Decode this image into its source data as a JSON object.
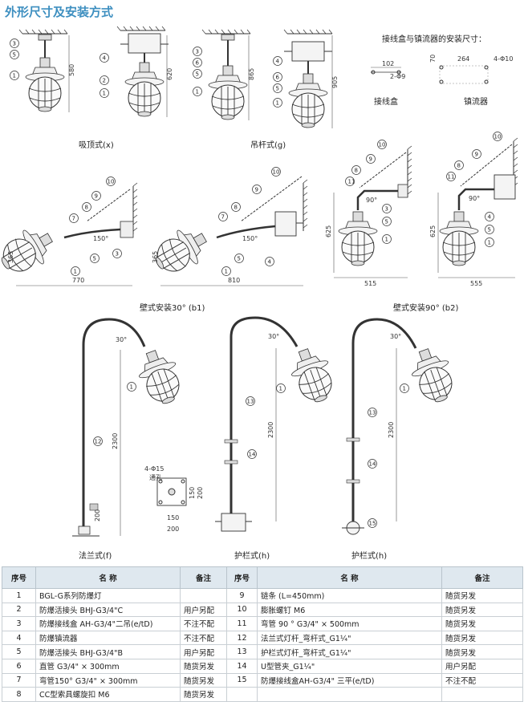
{
  "page_title": "外形尺寸及安装方式",
  "captions": {
    "ceiling": "吸顶式(x)",
    "pendant": "吊杆式(g)",
    "wall30": "壁式安装30° (b1)",
    "wall90": "壁式安装90° (b2)",
    "flange": "法兰式(f)",
    "rail1": "护栏式(h)",
    "rail2": "护栏式(h)",
    "box_title": "接线盒与镇流器的安装尺寸：",
    "junction_box": "接线盒",
    "ballast": "镇流器"
  },
  "dims": {
    "d580": "580",
    "d620": "620",
    "d865": "865",
    "d905": "905",
    "d102": "102",
    "d2phi9": "2-Φ9",
    "d70": "70",
    "d264": "264",
    "d4phi10": "4-Φ10",
    "d365a": "365",
    "d770": "770",
    "d365b": "365",
    "d810": "810",
    "d625a": "625",
    "d515": "515",
    "d625b": "625",
    "d555": "555",
    "a150a": "150°",
    "a150b": "150°",
    "a90a": "90°",
    "a90b": "90°",
    "a30a": "30°",
    "a30b": "30°",
    "a30c": "30°",
    "d2300a": "2300",
    "d2300b": "2300",
    "d2300c": "2300",
    "d200": "200",
    "flange_holes": "4-Φ15",
    "flange_through": "通孔",
    "f150h": "150",
    "f200h": "200",
    "f150w": "150",
    "f200w": "200"
  },
  "table": {
    "headers": [
      "序号",
      "名  称",
      "备注",
      "序号",
      "名  称",
      "备注"
    ],
    "rows": [
      {
        "n1": "1",
        "name1": "BGL-G系列防爆灯",
        "note1": "",
        "n2": "9",
        "name2": "链条 (L=450mm)",
        "note2": "随货另发"
      },
      {
        "n1": "2",
        "name1": "防爆活接头 BHJ-G3/4\"C",
        "note1": "用户另配",
        "n2": "10",
        "name2": "膨胀螺钉 M6",
        "note2": "随货另发"
      },
      {
        "n1": "3",
        "name1": "防爆接线盒 AH-G3/4\"二吊(e/tD)",
        "note1": "不注不配",
        "n2": "11",
        "name2": "弯管 90 °  G3/4\" × 500mm",
        "note2": "随货另发"
      },
      {
        "n1": "4",
        "name1": "防爆镇流器",
        "note1": "不注不配",
        "n2": "12",
        "name2": "法兰式灯杆_弯杆式_G1¼\"",
        "note2": "随货另发"
      },
      {
        "n1": "5",
        "name1": "防爆活接头 BHJ-G3/4\"B",
        "note1": "用户另配",
        "n2": "13",
        "name2": "护栏式灯杆_弯杆式_G1¼\"",
        "note2": "随货另发"
      },
      {
        "n1": "6",
        "name1": "直管 G3/4\" × 300mm",
        "note1": "随货另发",
        "n2": "14",
        "name2": "U型管夹_G1¼\"",
        "note2": "用户另配"
      },
      {
        "n1": "7",
        "name1": "弯管150°  G3/4\" × 300mm",
        "note1": "随货另发",
        "n2": "15",
        "name2": "防爆接线盒AH-G3/4\" 三平(e/tD)",
        "note2": "不注不配"
      },
      {
        "n1": "8",
        "name1": "CC型索具螺旋扣 M6",
        "note1": "随货另发",
        "n2": "",
        "name2": "",
        "note2": ""
      }
    ]
  }
}
